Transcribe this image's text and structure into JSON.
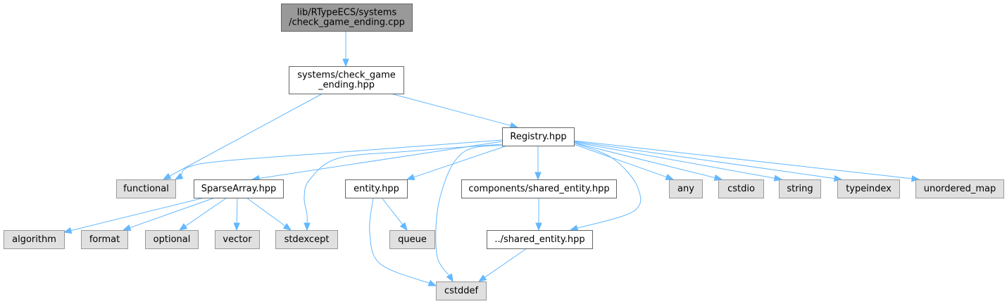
{
  "graph": {
    "nodes": [
      {
        "id": "root",
        "kind": "root",
        "lines": [
          "lib/RTypeECS/systems",
          "/check_game_ending.cpp"
        ]
      },
      {
        "id": "check_hpp",
        "kind": "local",
        "lines": [
          "systems/check_game",
          "_ending.hpp"
        ]
      },
      {
        "id": "registry",
        "kind": "local",
        "lines": [
          "Registry.hpp"
        ]
      },
      {
        "id": "functional",
        "kind": "system",
        "lines": [
          "functional"
        ]
      },
      {
        "id": "sparse",
        "kind": "local",
        "lines": [
          "SparseArray.hpp"
        ]
      },
      {
        "id": "entity",
        "kind": "local",
        "lines": [
          "entity.hpp"
        ]
      },
      {
        "id": "comp_shared",
        "kind": "local",
        "lines": [
          "components/shared_entity.hpp"
        ]
      },
      {
        "id": "any",
        "kind": "system",
        "lines": [
          "any"
        ]
      },
      {
        "id": "cstdio",
        "kind": "system",
        "lines": [
          "cstdio"
        ]
      },
      {
        "id": "string",
        "kind": "system",
        "lines": [
          "string"
        ]
      },
      {
        "id": "typeindex",
        "kind": "system",
        "lines": [
          "typeindex"
        ]
      },
      {
        "id": "unordered_map",
        "kind": "system",
        "lines": [
          "unordered_map"
        ]
      },
      {
        "id": "algorithm",
        "kind": "system",
        "lines": [
          "algorithm"
        ]
      },
      {
        "id": "format",
        "kind": "system",
        "lines": [
          "format"
        ]
      },
      {
        "id": "optional",
        "kind": "system",
        "lines": [
          "optional"
        ]
      },
      {
        "id": "vector",
        "kind": "system",
        "lines": [
          "vector"
        ]
      },
      {
        "id": "stdexcept",
        "kind": "system",
        "lines": [
          "stdexcept"
        ]
      },
      {
        "id": "queue",
        "kind": "system",
        "lines": [
          "queue"
        ]
      },
      {
        "id": "shared_rel",
        "kind": "local",
        "lines": [
          "../shared_entity.hpp"
        ]
      },
      {
        "id": "cstddef",
        "kind": "system",
        "lines": [
          "cstddef"
        ]
      }
    ],
    "edges": [
      {
        "from": "root",
        "to": "check_hpp"
      },
      {
        "from": "check_hpp",
        "to": "functional"
      },
      {
        "from": "check_hpp",
        "to": "registry"
      },
      {
        "from": "registry",
        "to": "functional"
      },
      {
        "from": "registry",
        "to": "sparse"
      },
      {
        "from": "registry",
        "to": "stdexcept"
      },
      {
        "from": "registry",
        "to": "entity"
      },
      {
        "from": "registry",
        "to": "cstddef"
      },
      {
        "from": "registry",
        "to": "comp_shared"
      },
      {
        "from": "registry",
        "to": "shared_rel"
      },
      {
        "from": "registry",
        "to": "any"
      },
      {
        "from": "registry",
        "to": "cstdio"
      },
      {
        "from": "registry",
        "to": "string"
      },
      {
        "from": "registry",
        "to": "typeindex"
      },
      {
        "from": "registry",
        "to": "unordered_map"
      },
      {
        "from": "sparse",
        "to": "algorithm"
      },
      {
        "from": "sparse",
        "to": "format"
      },
      {
        "from": "sparse",
        "to": "optional"
      },
      {
        "from": "sparse",
        "to": "vector"
      },
      {
        "from": "sparse",
        "to": "stdexcept"
      },
      {
        "from": "entity",
        "to": "queue"
      },
      {
        "from": "entity",
        "to": "cstddef"
      },
      {
        "from": "comp_shared",
        "to": "shared_rel"
      },
      {
        "from": "shared_rel",
        "to": "cstddef"
      }
    ]
  }
}
